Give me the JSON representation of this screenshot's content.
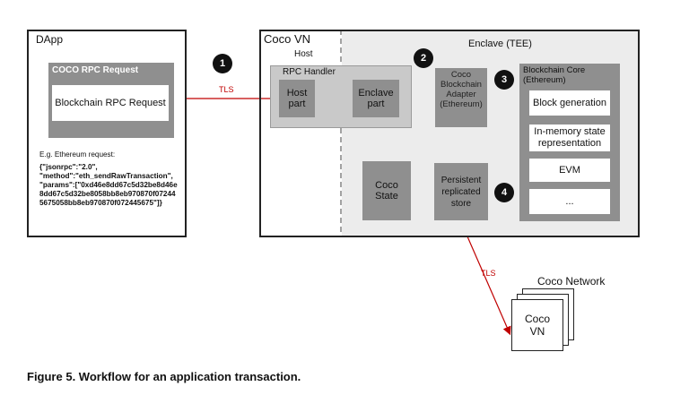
{
  "dapp": {
    "title": "DApp",
    "coco_rpc_request": "COCO RPC Request",
    "blockchain_rpc_request": "Blockchain RPC Request",
    "example_request": [
      "E.g. Ethereum request:",
      "{\"jsonrpc\":\"2.0\",",
      "\"method\":\"eth_sendRawTransaction\",",
      "\"params\":[\"0xd46e8dd67c5d32be8d46e",
      "8dd67c5d32be8058bb8eb970870f07244",
      "5675058bb8eb970870f072445675\"]}"
    ]
  },
  "coco_vn": {
    "title": "Coco VN",
    "host_label": "Host",
    "enclave_label": "Enclave (TEE)",
    "rpc_handler": "RPC Handler",
    "host_part": [
      "Host",
      "part"
    ],
    "enclave_part": [
      "Enclave",
      "part"
    ],
    "adapter": [
      "Coco",
      "Blockchain",
      "Adapter",
      "(Ethereum)"
    ],
    "coco_state": [
      "Coco",
      "State"
    ],
    "persistent_store": [
      "Persistent",
      "replicated",
      "store"
    ],
    "blockchain_core": [
      "Blockchain Core",
      "(Ethereum)"
    ],
    "core_items": [
      "Block generation",
      "In-memory state",
      "representation",
      "EVM",
      "..."
    ]
  },
  "coco_network": {
    "title": "Coco Network",
    "node": [
      "Coco",
      "VN"
    ]
  },
  "tls_labels": [
    "TLS",
    "TLS"
  ],
  "badges": [
    "1",
    "2",
    "3",
    "4"
  ],
  "caption": "Figure 5. Workflow for an application transaction.",
  "colors": {
    "tls_arrow": "#c00000",
    "internal_arrow": "#4a90d9"
  }
}
